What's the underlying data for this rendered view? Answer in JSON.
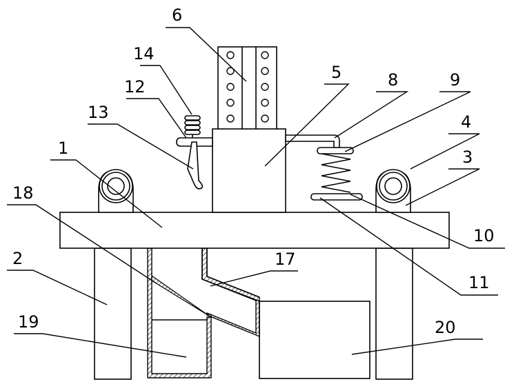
{
  "labels": {
    "l1": "1",
    "l2": "2",
    "l3": "3",
    "l4": "4",
    "l5": "5",
    "l6": "6",
    "l8": "8",
    "l9": "9",
    "l10": "10",
    "l11": "11",
    "l12": "12",
    "l13": "13",
    "l14": "14",
    "l17": "17",
    "l18": "18",
    "l19": "19",
    "l20": "20"
  }
}
